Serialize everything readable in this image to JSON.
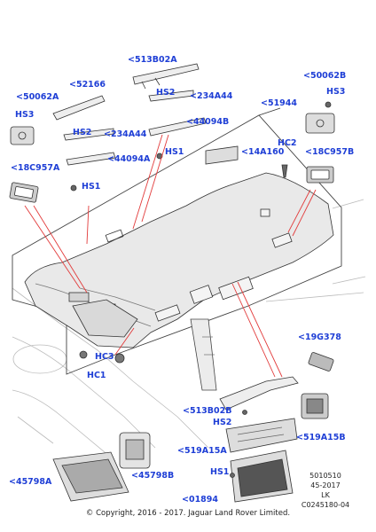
{
  "colors": {
    "callout": "#1f3fd6",
    "leader": "#e23b3b",
    "line": "#333333"
  },
  "callouts": [
    {
      "id": "513B02A",
      "text": "<513B02A"
    },
    {
      "id": "52166",
      "text": "<52166"
    },
    {
      "id": "50062A",
      "text": "<50062A"
    },
    {
      "id": "HS3_left",
      "text": "HS3"
    },
    {
      "id": "HS2_top",
      "text": "HS2"
    },
    {
      "id": "234A44_top",
      "text": "<234A44"
    },
    {
      "id": "44094B",
      "text": "<44094B"
    },
    {
      "id": "51944",
      "text": "<51944"
    },
    {
      "id": "50062B",
      "text": "<50062B"
    },
    {
      "id": "HS3_right",
      "text": "HS3"
    },
    {
      "id": "HS2_mid",
      "text": "HS2"
    },
    {
      "id": "234A44_mid",
      "text": "<234A44"
    },
    {
      "id": "HS1_top",
      "text": "HS1"
    },
    {
      "id": "44094A",
      "text": "<44094A"
    },
    {
      "id": "HC2",
      "text": "HC2"
    },
    {
      "id": "14A160",
      "text": "<14A160"
    },
    {
      "id": "18C957A",
      "text": "<18C957A"
    },
    {
      "id": "18C957B",
      "text": "<18C957B"
    },
    {
      "id": "HS1_left",
      "text": "HS1"
    },
    {
      "id": "19G378",
      "text": "<19G378"
    },
    {
      "id": "HC3",
      "text": "HC3"
    },
    {
      "id": "HC1",
      "text": "HC1"
    },
    {
      "id": "513B02B",
      "text": "<513B02B"
    },
    {
      "id": "HS2_bottom",
      "text": "HS2"
    },
    {
      "id": "519A15B",
      "text": "<519A15B"
    },
    {
      "id": "519A15A",
      "text": "<519A15A"
    },
    {
      "id": "HS1_bottom",
      "text": "HS1"
    },
    {
      "id": "45798A",
      "text": "<45798A"
    },
    {
      "id": "45798B",
      "text": "<45798B"
    },
    {
      "id": "01894",
      "text": "<01894"
    }
  ],
  "drawing_info": {
    "line1": "5010510",
    "line2": "45-2017",
    "line3": "LK",
    "line4": "C0245180-04"
  },
  "copyright": "© Copyright, 2016 - 2017. Jaguar Land Rover Limited."
}
